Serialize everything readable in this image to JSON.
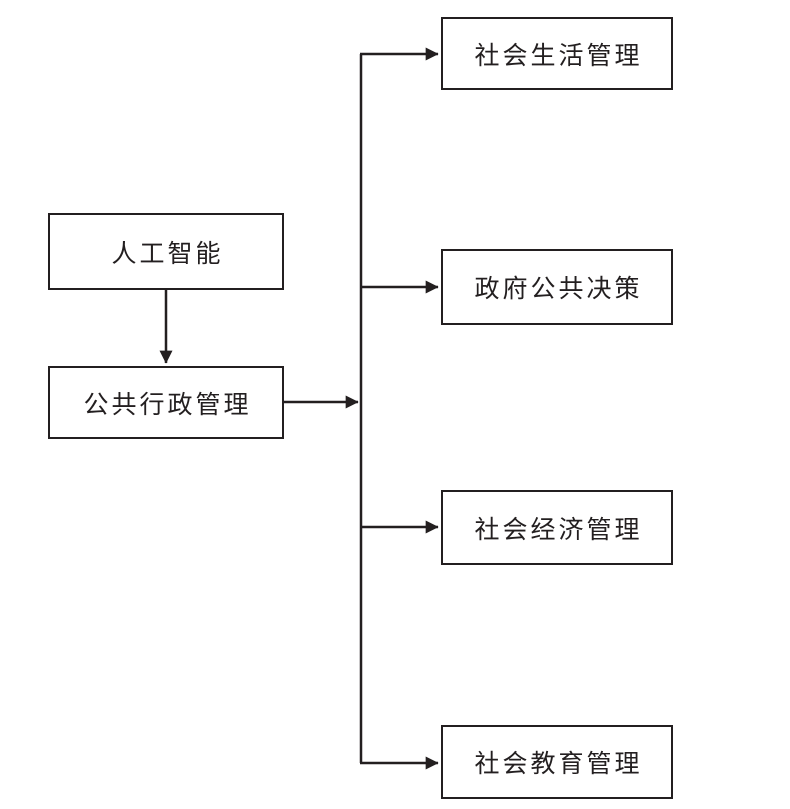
{
  "diagram": {
    "background": "#ffffff",
    "line_color": "#231f20",
    "nodes": {
      "root": {
        "label": "人工智能"
      },
      "hub": {
        "label": "公共行政管理"
      },
      "branches": [
        {
          "label": "社会生活管理"
        },
        {
          "label": "政府公共决策"
        },
        {
          "label": "社会经济管理"
        },
        {
          "label": "社会教育管理"
        }
      ]
    }
  }
}
